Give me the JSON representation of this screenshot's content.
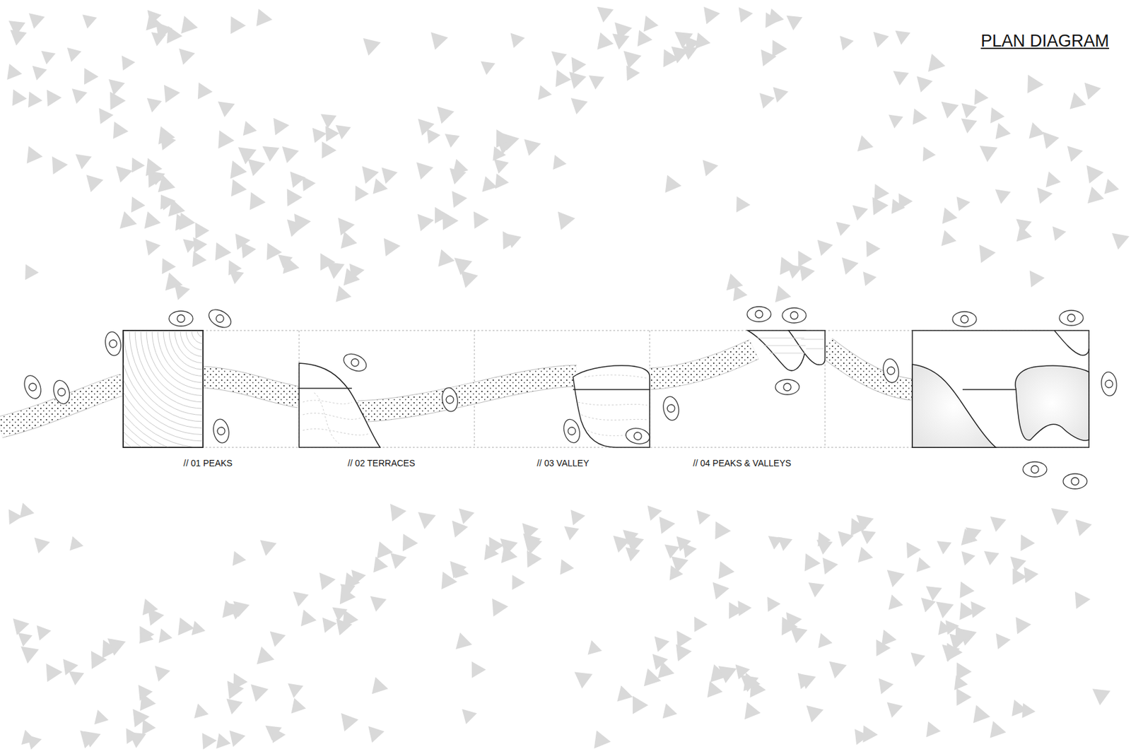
{
  "diagram": {
    "title": "PLAN DIAGRAM",
    "labels": [
      "// 01 PEAKS",
      "// 02 TERRACES",
      "// 03 VALLEY",
      "// 04 PEAKS & VALLEYS"
    ]
  }
}
